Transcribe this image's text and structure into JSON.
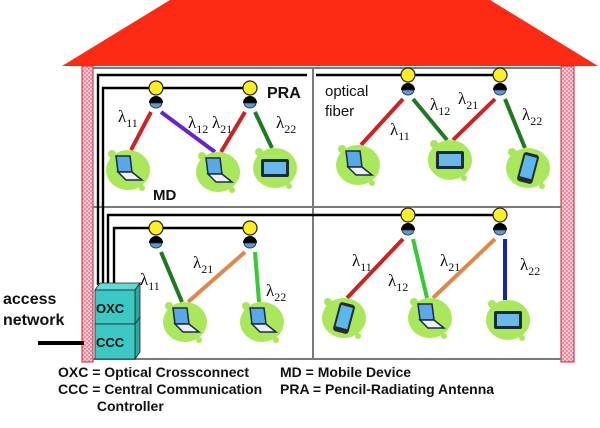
{
  "title": "Indoor optical wireless network with pencil-radiating antennas",
  "colors": {
    "roof": "#ff2a14",
    "wall": "#f2b8c4",
    "wall_border": "#cc2233",
    "divider": "#7a7a7a",
    "fiber": "#000000",
    "pra_bulb": "#ffee22",
    "pra_head": "#5b9bd5",
    "device_blob": "#a8e85a",
    "cube": "#3cc8c4"
  },
  "labels": {
    "pra": "PRA",
    "md": "MD",
    "optical_fiber_line1": "optical",
    "optical_fiber_line2": "fiber",
    "access_network_line1": "access",
    "access_network_line2": "network",
    "oxc": "OXC",
    "ccc": "CCC"
  },
  "rooms": [
    {
      "name": "top-left",
      "links": [
        {
          "label": "λ",
          "sub": "11",
          "color": "#cc2222",
          "from_pra": 0,
          "device": 0
        },
        {
          "label": "λ",
          "sub": "12",
          "color": "#6a22cc",
          "from_pra": 0,
          "device": 1
        },
        {
          "label": "λ",
          "sub": "21",
          "color": "#cc2222",
          "from_pra": 1,
          "device": 1
        },
        {
          "label": "λ",
          "sub": "22",
          "color": "#1e7a1e",
          "from_pra": 1,
          "device": 2
        }
      ],
      "devices": [
        "laptop",
        "laptop",
        "tablet"
      ]
    },
    {
      "name": "top-right",
      "links": [
        {
          "label": "λ",
          "sub": "11",
          "color": "#cc2222",
          "from_pra": 0,
          "device": 0
        },
        {
          "label": "λ",
          "sub": "12",
          "color": "#1e7a1e",
          "from_pra": 0,
          "device": 1
        },
        {
          "label": "λ",
          "sub": "21",
          "color": "#cc2222",
          "from_pra": 1,
          "device": 1
        },
        {
          "label": "λ",
          "sub": "22",
          "color": "#1e7a1e",
          "from_pra": 1,
          "device": 2
        }
      ],
      "devices": [
        "laptop",
        "tablet",
        "phone"
      ]
    },
    {
      "name": "bottom-left",
      "links": [
        {
          "label": "λ",
          "sub": "11",
          "color": "#1e7a1e",
          "from_pra": 0,
          "device": 0
        },
        {
          "label": "λ",
          "sub": "21",
          "color": "#e0884a",
          "from_pra": 1,
          "device": 0
        },
        {
          "label": "λ",
          "sub": "22",
          "color": "#33cc33",
          "from_pra": 1,
          "device": 1
        }
      ],
      "devices": [
        "laptop",
        "laptop"
      ]
    },
    {
      "name": "bottom-right",
      "links": [
        {
          "label": "λ",
          "sub": "11",
          "color": "#cc2222",
          "from_pra": 0,
          "device": 0
        },
        {
          "label": "λ",
          "sub": "12",
          "color": "#33cc33",
          "from_pra": 0,
          "device": 1
        },
        {
          "label": "λ",
          "sub": "21",
          "color": "#e0884a",
          "from_pra": 1,
          "device": 1
        },
        {
          "label": "λ",
          "sub": "22",
          "color": "#1a22aa",
          "from_pra": 1,
          "device": 2
        }
      ],
      "devices": [
        "phone",
        "laptop",
        "tablet"
      ]
    }
  ],
  "legend": {
    "left": [
      "OXC = Optical Crossconnect",
      "CCC = Central Communication",
      "          Controller"
    ],
    "right": [
      "MD = Mobile Device",
      "PRA = Pencil-Radiating Antenna"
    ]
  }
}
